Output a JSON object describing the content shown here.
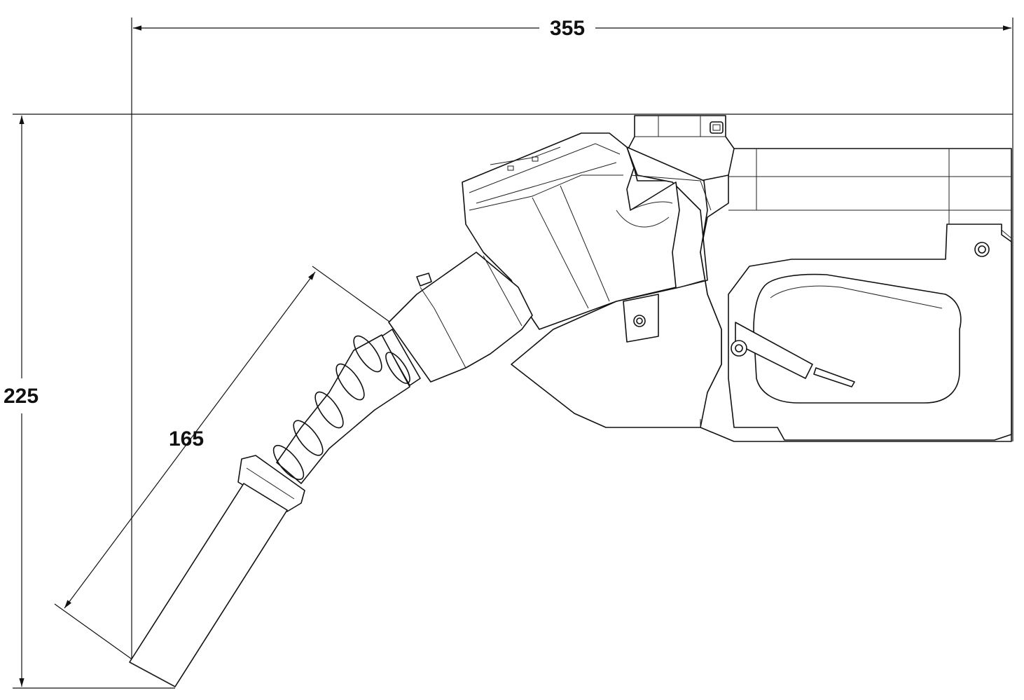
{
  "dimensions": {
    "overall_length": "355",
    "overall_height": "225",
    "spout_length": "165"
  }
}
